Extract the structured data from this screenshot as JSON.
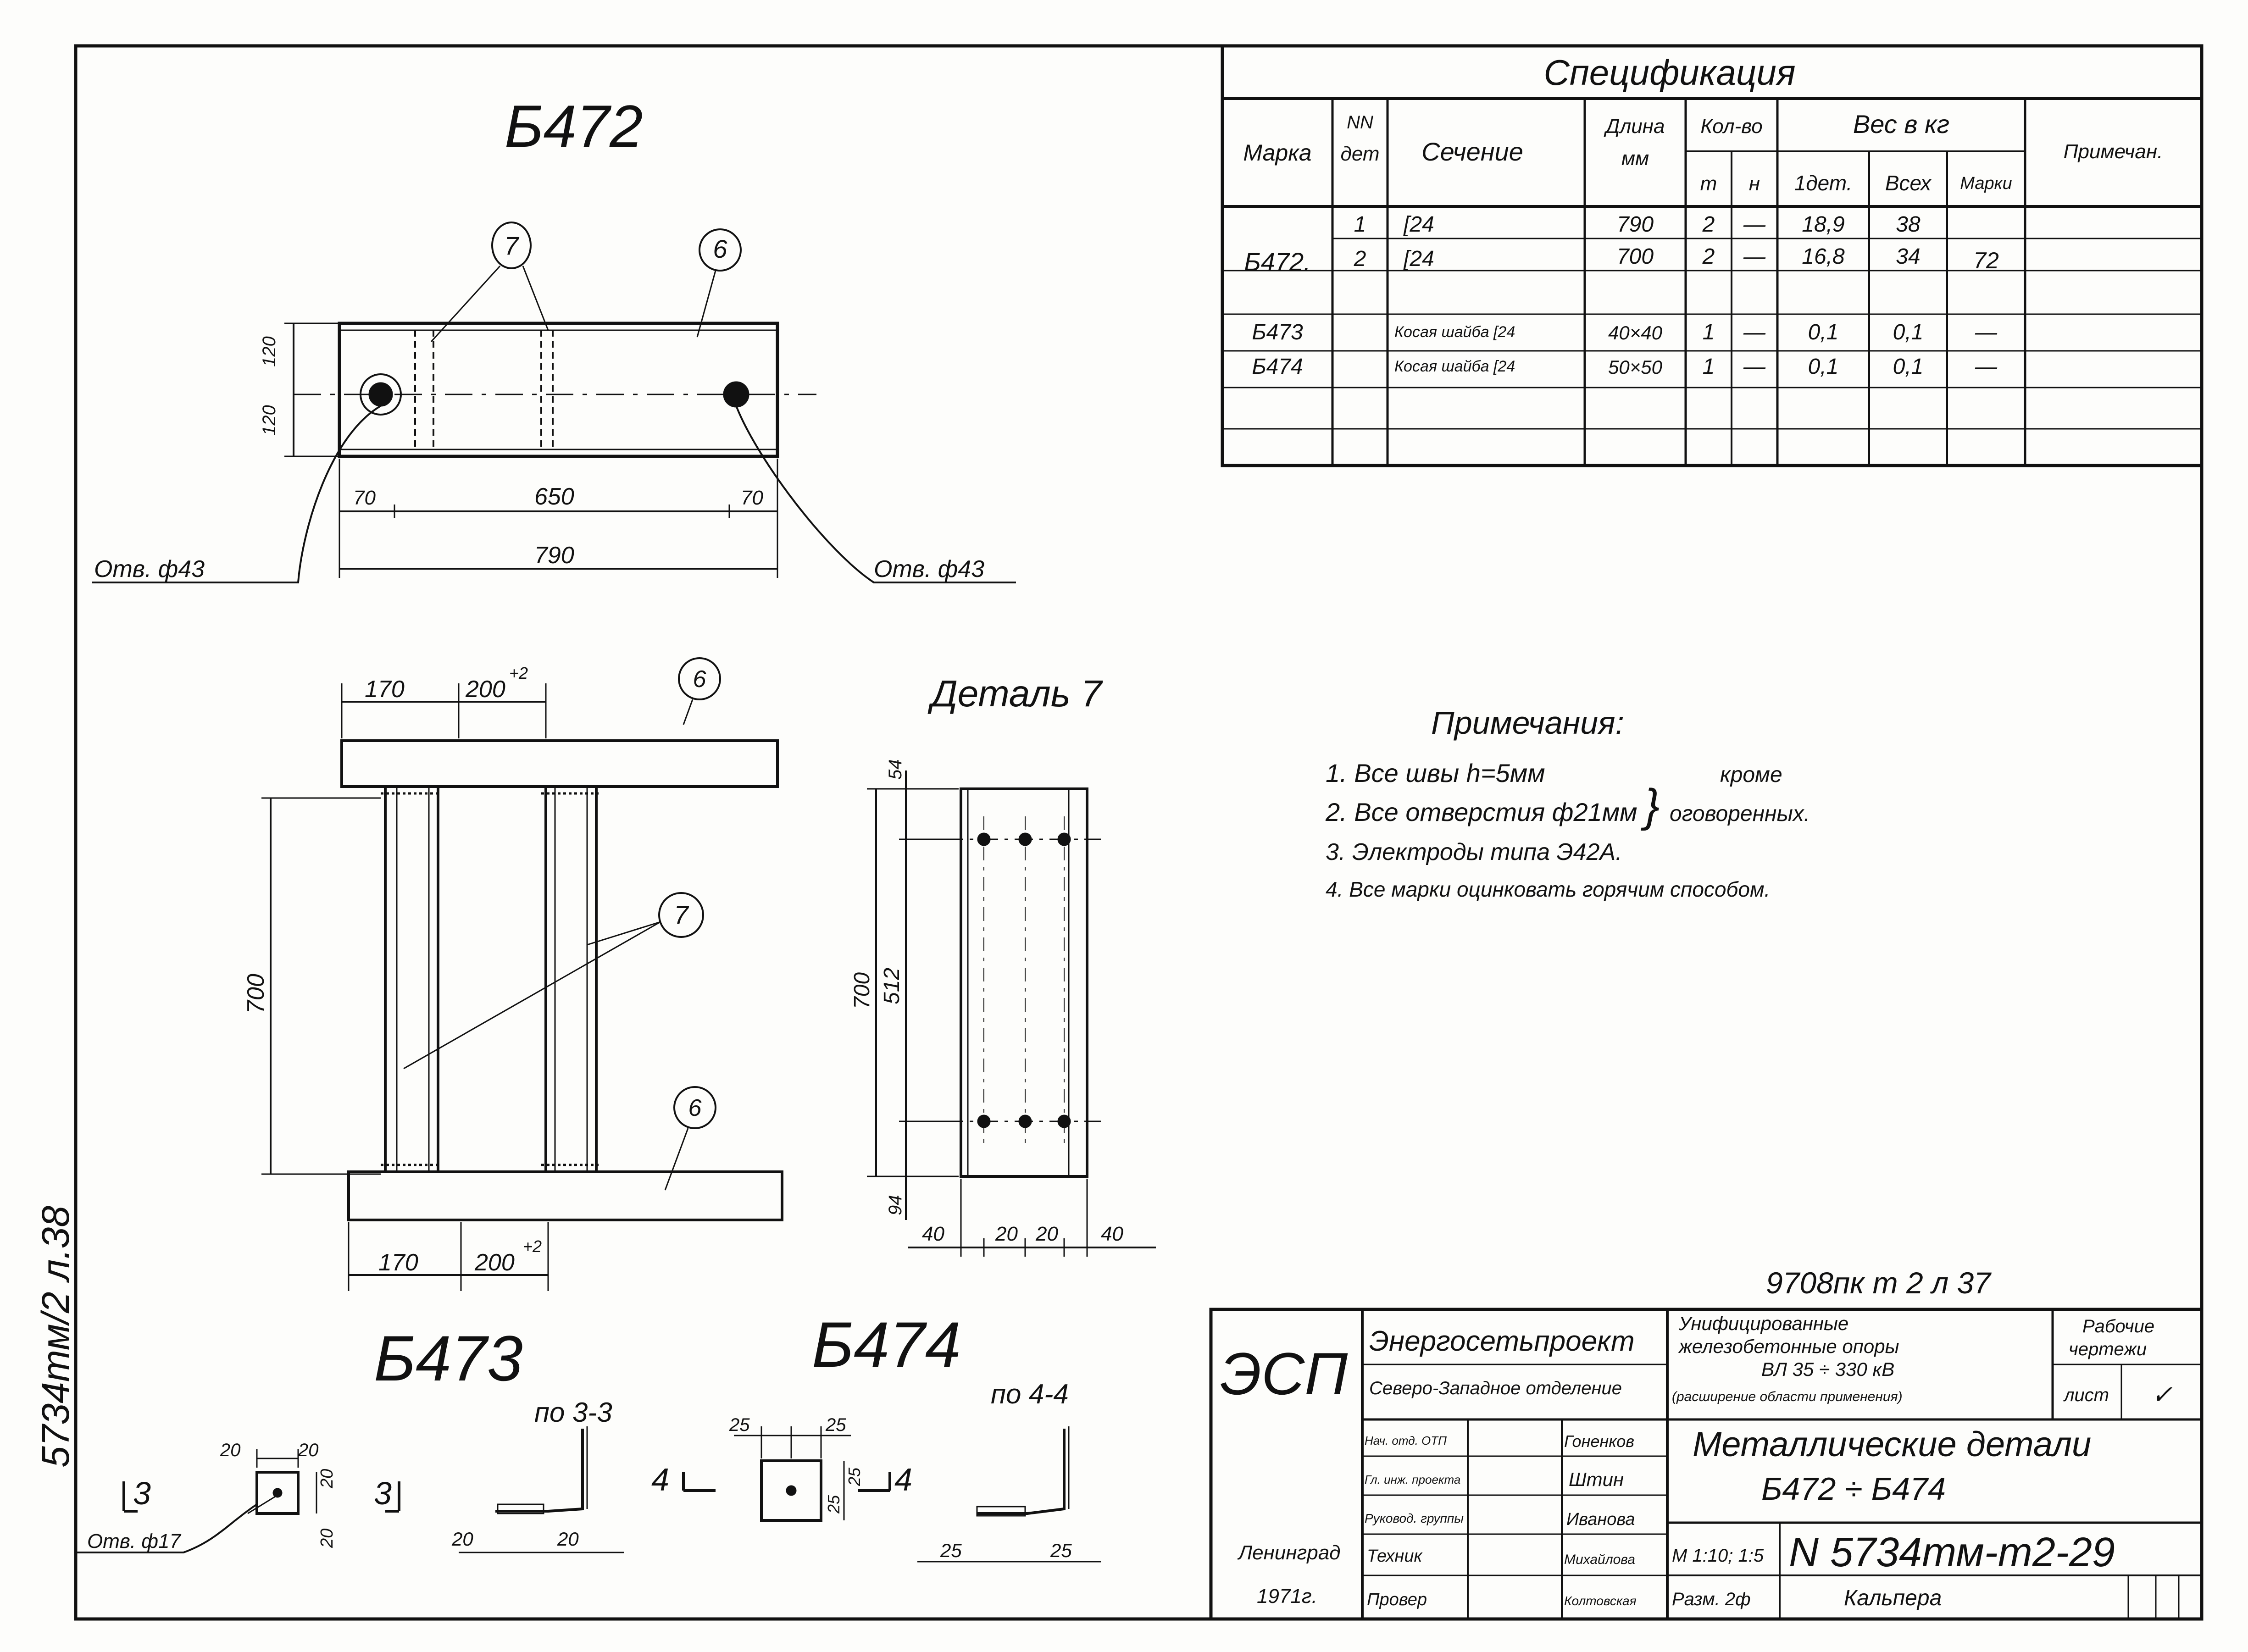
{
  "spec": {
    "title": "Спецификация",
    "headers": {
      "marka": "Марка",
      "nn": "NN",
      "det": "дет",
      "sechenie": "Сечение",
      "dlina": "Длина",
      "mm": "мм",
      "kolvo": "Кол-во",
      "t": "т",
      "n": "н",
      "ves": "Вес в кг",
      "odet": "1дет.",
      "vseh": "Всех",
      "marki": "Марки",
      "primechan": "Примечан."
    },
    "rows": [
      {
        "marka": "",
        "det": "1",
        "sechenie": "[24",
        "dlina": "790",
        "t": "2",
        "n": "—",
        "odet": "18,9",
        "vseh": "38",
        "marki": ""
      },
      {
        "marka": "Б472.",
        "det": "2",
        "sechenie": "[24",
        "dlina": "700",
        "t": "2",
        "n": "—",
        "odet": "16,8",
        "vseh": "34",
        "marki": "72"
      },
      {
        "marka": "Б473",
        "det": "",
        "sechenie": "Косая шайба [24",
        "dlina": "40×40",
        "t": "1",
        "n": "—",
        "odet": "0,1",
        "vseh": "0,1",
        "marki": "—"
      },
      {
        "marka": "Б474",
        "det": "",
        "sechenie": "Косая шайба [24",
        "dlina": "50×50",
        "t": "1",
        "n": "—",
        "odet": "0,1",
        "vseh": "0,1",
        "marki": "—"
      }
    ]
  },
  "drawing": {
    "mark_b472": "Б472",
    "mark_b473": "Б473",
    "mark_b474": "Б474",
    "detail7": "Деталь 7",
    "callout7": "7",
    "callout6": "6",
    "hole43": "Отв. ф43",
    "hole17": "Отв. ф17",
    "dims_top": {
      "d70": "70",
      "d650": "650",
      "d790": "790",
      "d120a": "120",
      "d120b": "120"
    },
    "dims_front": {
      "d170": "170",
      "d200": "200",
      "tol": "+2",
      "d700": "700"
    },
    "dims_detail": {
      "d54": "54",
      "d700": "700",
      "d512": "512",
      "d94": "94",
      "d40": "40",
      "d20": "20"
    },
    "sec33": "по 3-3",
    "sec44": "по 4-4",
    "cut3": "3",
    "cut4": "4",
    "d20": "20",
    "d25": "25"
  },
  "notes": {
    "title": "Примечания:",
    "items": [
      "1. Все швы h=5мм",
      "2. Все отверстия ф21мм",
      "3. Электроды типа Э42А.",
      "4. Все марки оцинковать горячим способом."
    ],
    "krome": "кроме",
    "ogovorennyh": "оговоренных."
  },
  "side_text": "5734тм/2 л.38",
  "ref_text": "9708пк т 2 л 37",
  "title_block": {
    "logo": "ЭСП",
    "org": "Энергосетьпроект",
    "dept": "Северо-Западное отделение",
    "project1": "Унифицированные",
    "project2": "железобетонные опоры",
    "project3": "ВЛ 35 ÷ 330 кВ",
    "project4": "(расширение области применения)",
    "stage1": "Рабочие",
    "stage2": "чертежи",
    "list": "лист",
    "check": "✓",
    "roles": [
      "Нач. отд. ОТП",
      "Гл. инж. проекта",
      "Руковод. группы",
      "Техник",
      "Провер"
    ],
    "names": [
      "Гоненков",
      "Штин",
      "Иванова",
      "Михайлова",
      "Колтовская"
    ],
    "sheet_title": "Металлические детали",
    "sheet_range": "Б472 ÷ Б474",
    "scale": "М 1:10; 1:5",
    "size": "Разм. 2ф",
    "number": "N 5734тм-т2-29",
    "city": "Ленинград",
    "year": "1971г.",
    "copier": "Кальпера"
  }
}
